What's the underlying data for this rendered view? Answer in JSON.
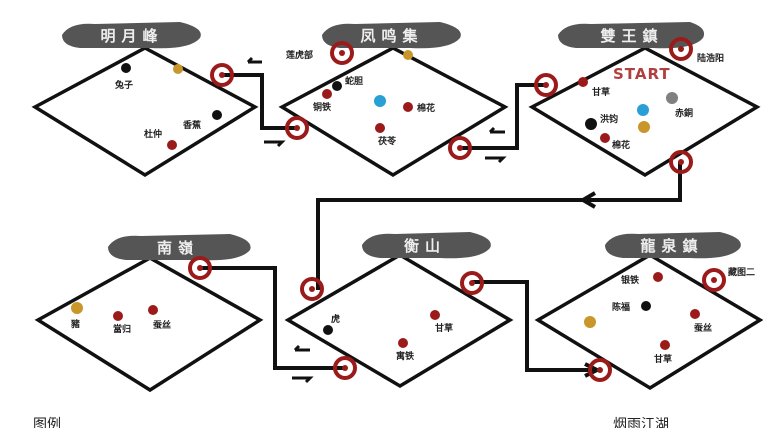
{
  "colors": {
    "red": "#9b1b1b",
    "black": "#111111",
    "gold": "#c8962a",
    "blue": "#2a9fd6",
    "gray": "#808080",
    "banner": "#555555"
  },
  "regions": [
    {
      "name": "明月峰",
      "items": [
        "兔子",
        "香蕉",
        "杜仲"
      ],
      "portals": []
    },
    {
      "name": "凤鸣集",
      "items": [
        "莲虎部",
        "蛇胆",
        "铜铁",
        "棉花",
        "茯苓"
      ]
    },
    {
      "name": "雙王鎮",
      "items": [
        "陆浩阳",
        "START",
        "甘草",
        "赤銅",
        "洪钧",
        "棉花"
      ]
    },
    {
      "name": "南嶺",
      "items": [
        "豬",
        "當归",
        "蚕丝"
      ]
    },
    {
      "name": "衡山",
      "items": [
        "虎",
        "甘草",
        "寓铁"
      ]
    },
    {
      "name": "龍泉鎮",
      "items": [
        "银铁",
        "藏图二",
        "陈福",
        "蚕丝",
        "甘草"
      ]
    }
  ],
  "footer": {
    "legend": "图例",
    "brand": "烟雨江湖"
  }
}
